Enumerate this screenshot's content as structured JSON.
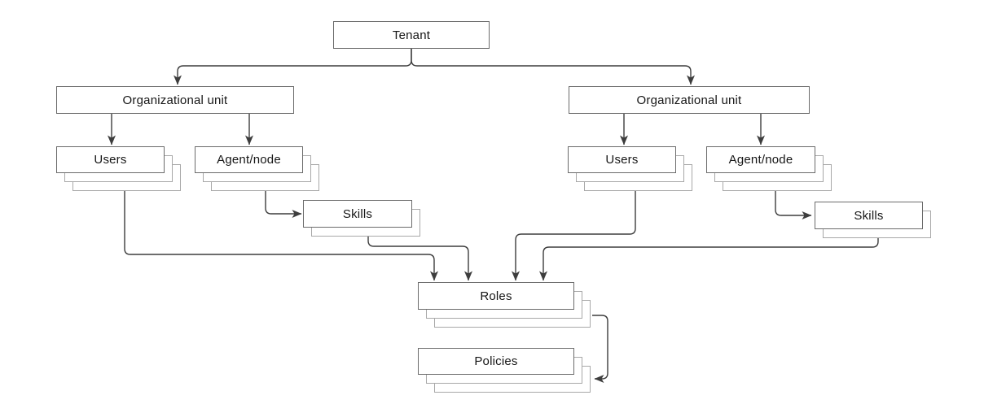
{
  "diagram": {
    "nodes": {
      "tenant": {
        "label": "Tenant"
      },
      "ou_left": {
        "label": "Organizational unit"
      },
      "ou_right": {
        "label": "Organizational unit"
      },
      "users_left": {
        "label": "Users"
      },
      "agent_left": {
        "label": "Agent/node"
      },
      "skills_left": {
        "label": "Skills"
      },
      "users_right": {
        "label": "Users"
      },
      "agent_right": {
        "label": "Agent/node"
      },
      "skills_right": {
        "label": "Skills"
      },
      "roles": {
        "label": "Roles"
      },
      "policies": {
        "label": "Policies"
      }
    },
    "edges": [
      {
        "from": "tenant",
        "to": "ou_left",
        "arrow": true
      },
      {
        "from": "tenant",
        "to": "ou_right",
        "arrow": true
      },
      {
        "from": "ou_left",
        "to": "users_left",
        "arrow": true
      },
      {
        "from": "ou_left",
        "to": "agent_left",
        "arrow": true
      },
      {
        "from": "agent_left",
        "to": "skills_left",
        "arrow": true
      },
      {
        "from": "ou_right",
        "to": "users_right",
        "arrow": true
      },
      {
        "from": "ou_right",
        "to": "agent_right",
        "arrow": true
      },
      {
        "from": "agent_right",
        "to": "skills_right",
        "arrow": true
      },
      {
        "from": "users_left",
        "to": "roles",
        "arrow": true
      },
      {
        "from": "skills_left",
        "to": "roles",
        "arrow": true
      },
      {
        "from": "users_right",
        "to": "roles",
        "arrow": true
      },
      {
        "from": "skills_right",
        "to": "roles",
        "arrow": true
      },
      {
        "from": "roles",
        "to": "policies",
        "arrow": true
      }
    ],
    "colors": {
      "background": "#ffffff",
      "box_fill": "#ffffff",
      "box_border": "#6b6b6b",
      "stack_layer_border": "#a8a8a8",
      "connector": "#3d3d3d",
      "text": "#161616"
    }
  }
}
